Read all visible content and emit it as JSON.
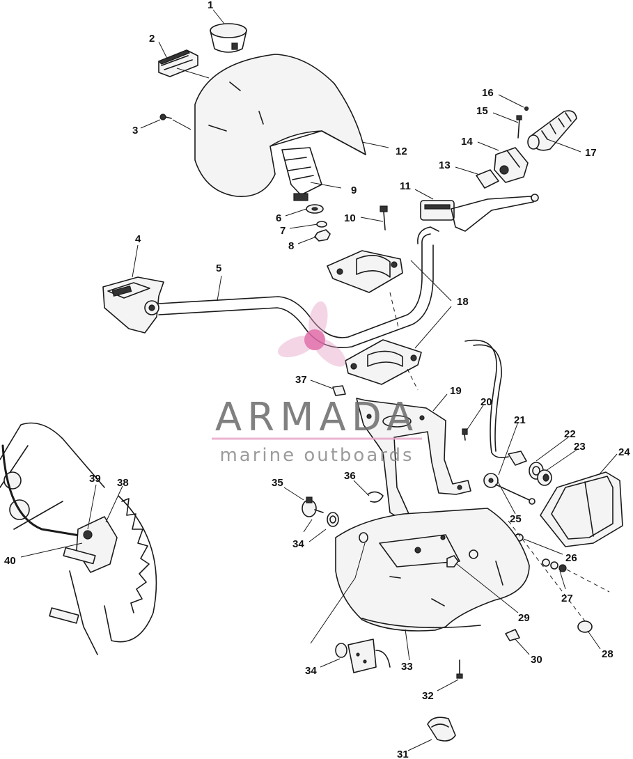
{
  "diagram": {
    "callouts": [
      {
        "id": "1",
        "label": "1"
      },
      {
        "id": "2",
        "label": "2"
      },
      {
        "id": "3",
        "label": "3"
      },
      {
        "id": "4",
        "label": "4"
      },
      {
        "id": "5",
        "label": "5"
      },
      {
        "id": "6",
        "label": "6"
      },
      {
        "id": "7",
        "label": "7"
      },
      {
        "id": "8",
        "label": "8"
      },
      {
        "id": "9",
        "label": "9"
      },
      {
        "id": "10",
        "label": "10"
      },
      {
        "id": "11",
        "label": "11"
      },
      {
        "id": "12",
        "label": "12"
      },
      {
        "id": "13",
        "label": "13"
      },
      {
        "id": "14",
        "label": "14"
      },
      {
        "id": "15",
        "label": "15"
      },
      {
        "id": "16",
        "label": "16"
      },
      {
        "id": "17",
        "label": "17"
      },
      {
        "id": "18",
        "label": "18"
      },
      {
        "id": "19",
        "label": "19"
      },
      {
        "id": "20",
        "label": "20"
      },
      {
        "id": "21",
        "label": "21"
      },
      {
        "id": "22",
        "label": "22"
      },
      {
        "id": "23",
        "label": "23"
      },
      {
        "id": "24",
        "label": "24"
      },
      {
        "id": "25",
        "label": "25"
      },
      {
        "id": "26",
        "label": "26"
      },
      {
        "id": "27",
        "label": "27"
      },
      {
        "id": "28",
        "label": "28"
      },
      {
        "id": "29",
        "label": "29"
      },
      {
        "id": "30",
        "label": "30"
      },
      {
        "id": "31",
        "label": "31"
      },
      {
        "id": "32",
        "label": "32"
      },
      {
        "id": "33",
        "label": "33"
      },
      {
        "id": "34a",
        "label": "34"
      },
      {
        "id": "34b",
        "label": "34"
      },
      {
        "id": "35",
        "label": "35"
      },
      {
        "id": "36",
        "label": "36"
      },
      {
        "id": "37",
        "label": "37"
      },
      {
        "id": "38",
        "label": "38"
      },
      {
        "id": "39",
        "label": "39"
      },
      {
        "id": "40",
        "label": "40"
      }
    ]
  },
  "watermark": {
    "name": "ARMADA",
    "tagline": "marine outboards",
    "logo_icon": "propeller-icon",
    "colors": {
      "logo": "#e8a6c8",
      "text": "#6b6b6b",
      "underline": "#e8a6c8"
    }
  }
}
